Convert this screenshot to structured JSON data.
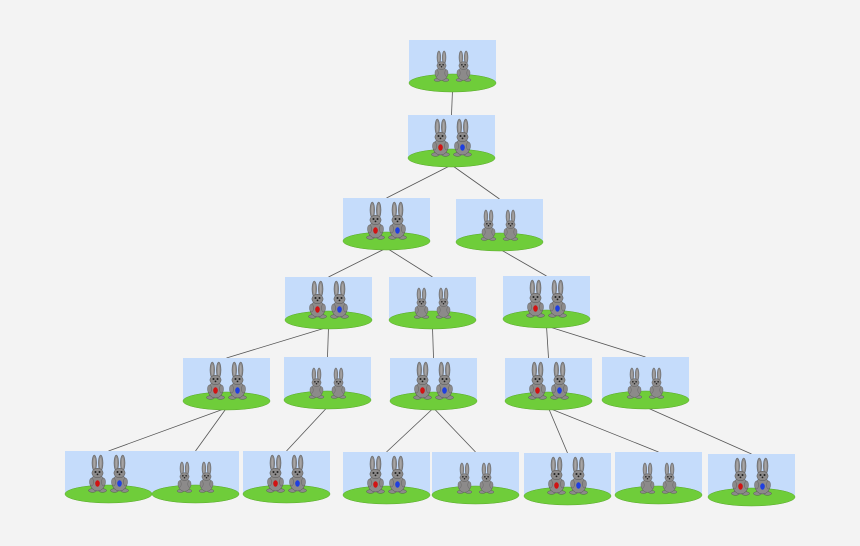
{
  "colors": {
    "background": "#f3f3f3",
    "sky": "#c5dcfb",
    "grass": "#6fcd3a",
    "grass_edge": "#5aa82c",
    "rabbit_body": "#8c8a8a",
    "rabbit_ear_inner": "#a7a5a5",
    "rabbit_outline": "#555555",
    "belly_red": "#d11313",
    "belly_blue": "#1f3fe0",
    "edge": "#555555"
  },
  "tree": {
    "nodes": [
      {
        "id": "n1",
        "marked": false
      },
      {
        "id": "n2",
        "marked": true
      },
      {
        "id": "n3",
        "marked": true
      },
      {
        "id": "n4",
        "marked": false
      },
      {
        "id": "n5",
        "marked": true
      },
      {
        "id": "n6",
        "marked": false
      },
      {
        "id": "n7",
        "marked": true
      },
      {
        "id": "n8",
        "marked": true
      },
      {
        "id": "n9",
        "marked": false
      },
      {
        "id": "n10",
        "marked": true
      },
      {
        "id": "n11",
        "marked": true
      },
      {
        "id": "n12",
        "marked": false
      },
      {
        "id": "n13",
        "marked": true
      },
      {
        "id": "n14",
        "marked": false
      },
      {
        "id": "n15",
        "marked": true
      },
      {
        "id": "n16",
        "marked": true
      },
      {
        "id": "n17",
        "marked": false
      },
      {
        "id": "n18",
        "marked": true
      },
      {
        "id": "n19",
        "marked": false
      },
      {
        "id": "n20",
        "marked": true
      }
    ],
    "edges": [
      [
        "n1",
        "n2"
      ],
      [
        "n2",
        "n3"
      ],
      [
        "n2",
        "n4"
      ],
      [
        "n3",
        "n5"
      ],
      [
        "n3",
        "n6"
      ],
      [
        "n4",
        "n7"
      ],
      [
        "n5",
        "n8"
      ],
      [
        "n5",
        "n9"
      ],
      [
        "n6",
        "n10"
      ],
      [
        "n7",
        "n11"
      ],
      [
        "n7",
        "n12"
      ],
      [
        "n8",
        "n13"
      ],
      [
        "n8",
        "n14"
      ],
      [
        "n9",
        "n15"
      ],
      [
        "n10",
        "n16"
      ],
      [
        "n10",
        "n17"
      ],
      [
        "n11",
        "n18"
      ],
      [
        "n11",
        "n19"
      ],
      [
        "n12",
        "n20"
      ]
    ]
  }
}
